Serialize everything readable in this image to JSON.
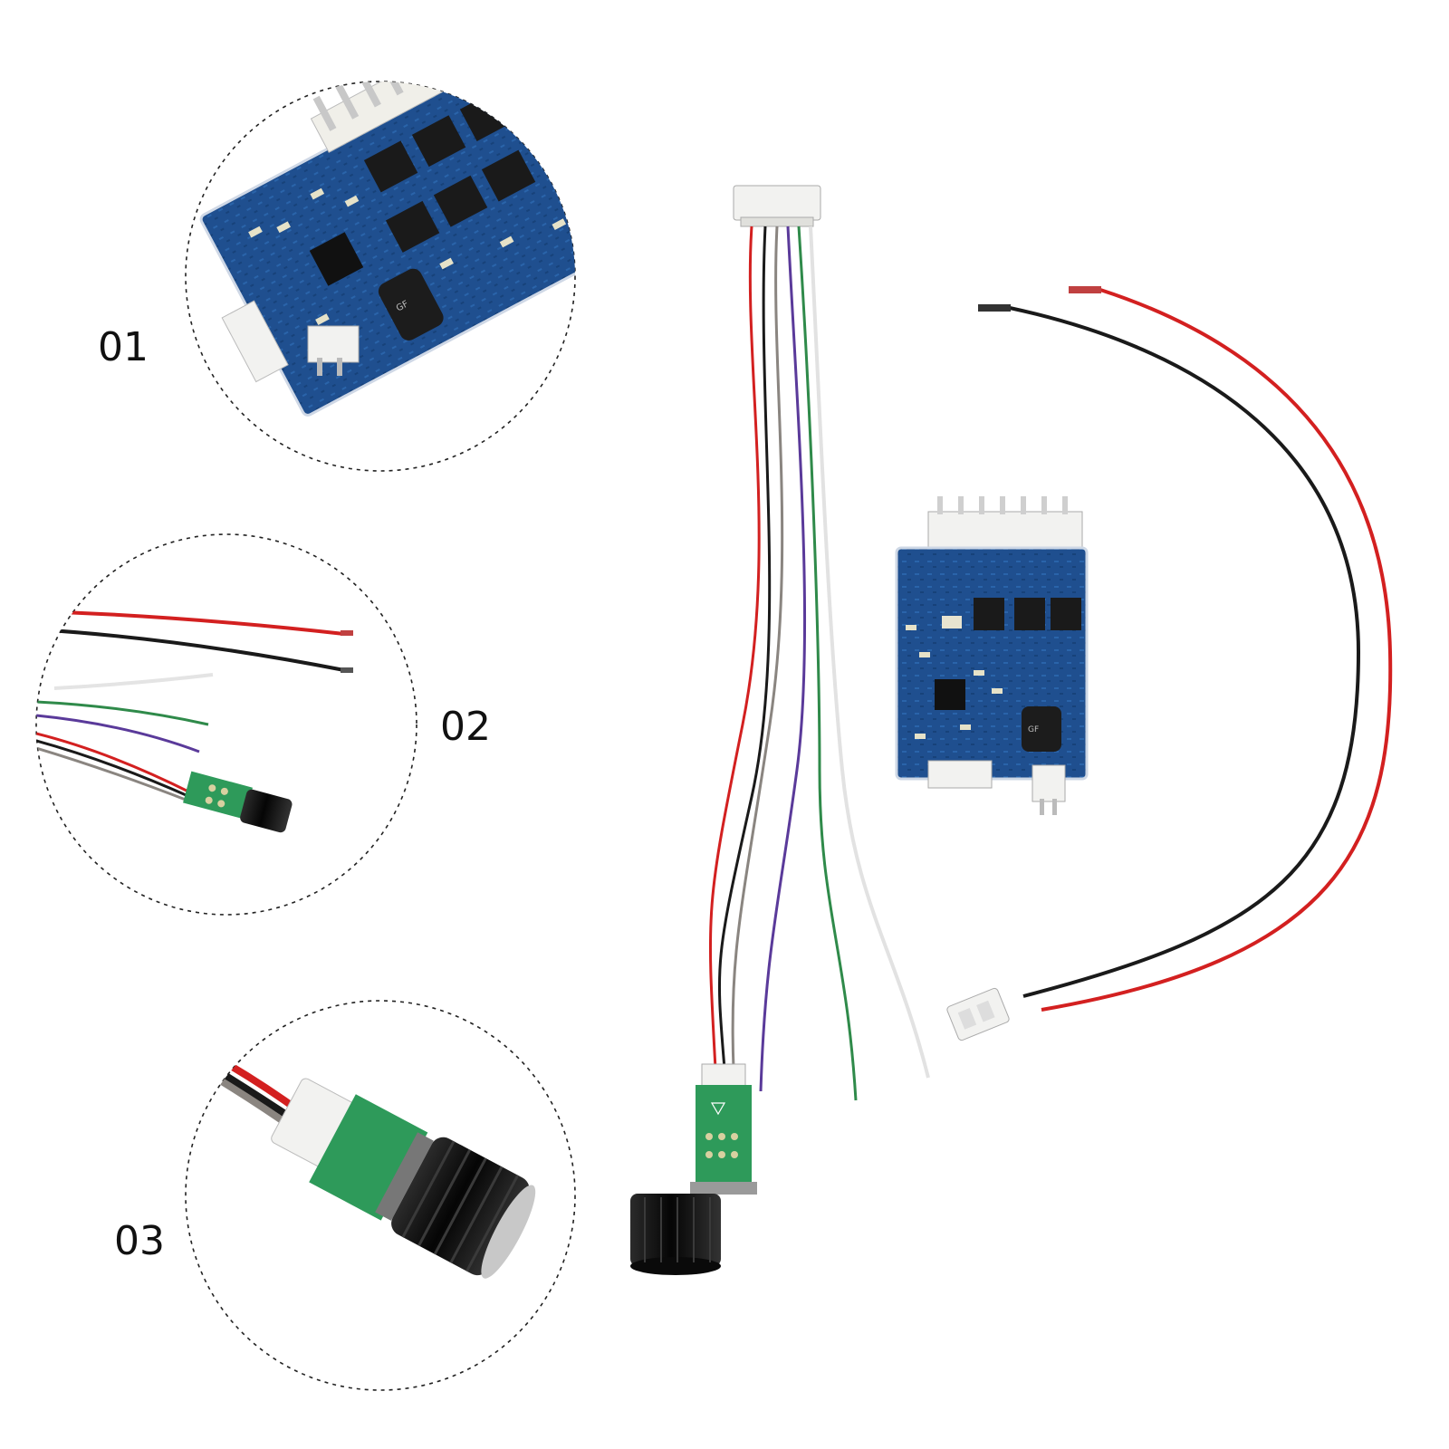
{
  "details": [
    {
      "label": "01",
      "subject": "driver-board-closeup"
    },
    {
      "label": "02",
      "subject": "wire-harness-closeup"
    },
    {
      "label": "03",
      "subject": "potentiometer-knob-closeup"
    }
  ],
  "colors": {
    "pcb_blue": "#1f4f8f",
    "pcb_dark": "#163a6b",
    "pcb_green": "#2e9a5a",
    "wire_red": "#d32020",
    "wire_black": "#1a1a1a",
    "wire_gray": "#8a8580",
    "wire_purple": "#5a3a9a",
    "wire_green": "#2f8a4a",
    "wire_white": "#e8e8e8",
    "connector_white": "#f2f2f0",
    "knob_black": "#111111",
    "dashed_circle": "#222222"
  }
}
